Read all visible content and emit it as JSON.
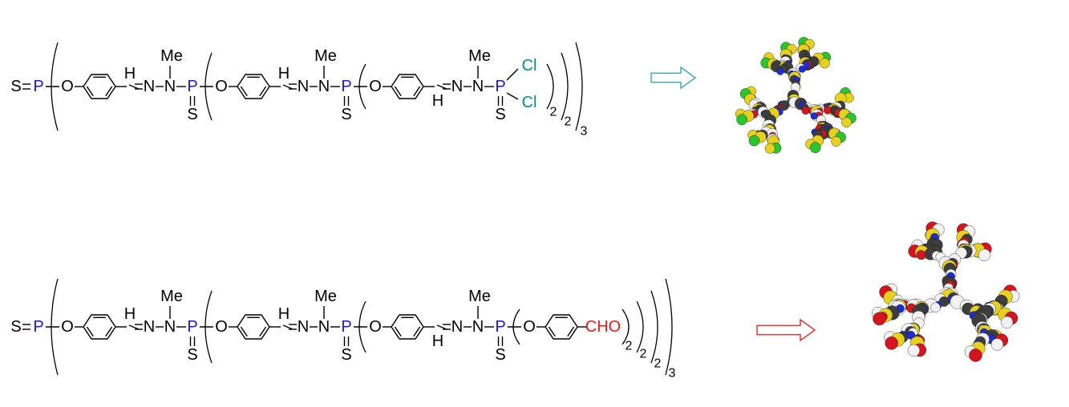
{
  "colors": {
    "bond": "#000000",
    "phosphorus": "#1a1acc",
    "chlorine": "#0a8a8a",
    "aldehyde": "#e41a1a",
    "arrow_top": "#2aa0a0",
    "arrow_bottom": "#e41a1a",
    "atom_dark": "#3d3d3d",
    "atom_white": "#f2f2f2",
    "atom_yellow": "#e6d21e",
    "atom_red": "#d4141f",
    "atom_blue": "#1e2cd6",
    "atom_green": "#2ec42e",
    "atom_magenta": "#d21ed2"
  },
  "labels": {
    "S": "S",
    "P": "P",
    "O": "O",
    "H": "H",
    "N": "N",
    "Me": "Me",
    "Cl": "Cl",
    "CHO": "CHO",
    "two": "2",
    "three": "3"
  },
  "structures": [
    {
      "name": "dendrimer-g3-pcl2",
      "arrow": "arrow_top",
      "model": "model-top"
    },
    {
      "name": "dendrimer-g4-cho",
      "arrow": "arrow_bottom",
      "model": "model-bottom"
    }
  ]
}
